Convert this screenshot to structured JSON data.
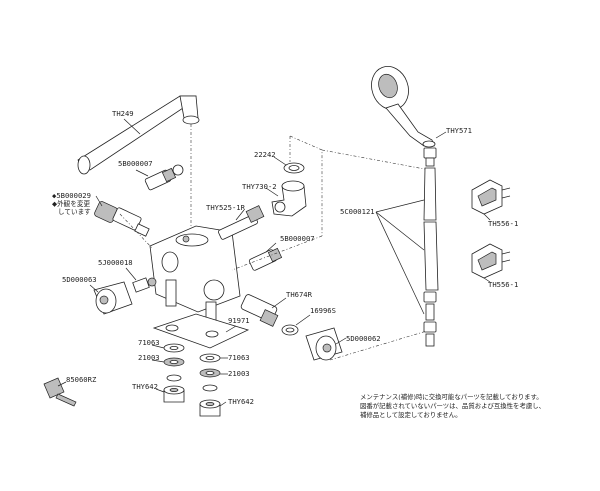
{
  "parts": {
    "th249": "TH249",
    "sb_top": "5B000007",
    "th571": "THY571",
    "sb029": "◆5B000029",
    "sb029_note1": "◆外観を変更",
    "sb029_note2": "しています",
    "p22242": "22242",
    "thy730": "THY730-2",
    "thy525": "THY525-1R",
    "sc000121": "5C000121",
    "th556a": "TH556-1",
    "th556b": "TH556-1",
    "sj000018": "5J000018",
    "sb_mid": "5B000007",
    "sd000063": "5D000063",
    "th674r": "TH674R",
    "p16996s": "16996S",
    "p91971": "91971",
    "sd000062": "5D000062",
    "p71063a": "71063",
    "p21003a": "21003",
    "p71063b": "71063",
    "p21003b": "21003",
    "p85060rz": "85060RZ",
    "thy642a": "THY642",
    "thy642b": "THY642"
  },
  "notes": {
    "line1": "メンテナンス(補修)時に交換可能なパーツを記載しております。",
    "line2": "図番が記載されていないパーツは、品質および互換性を考慮し、",
    "line3": "補修品として設定しておりません。"
  }
}
